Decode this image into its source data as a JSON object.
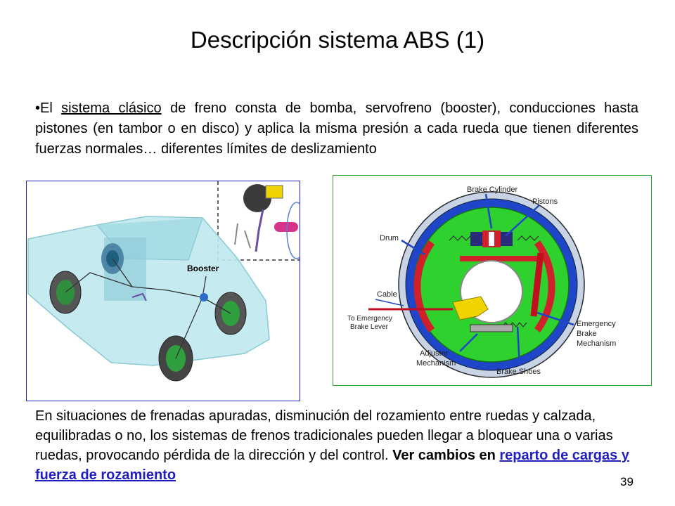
{
  "slide": {
    "title": "Descripción sistema ABS  (1)",
    "page_number": "39"
  },
  "intro": {
    "bullet": "•El ",
    "underlined": "sistema clásico",
    "rest": " de freno consta de bomba, servofreno (booster), conducciones hasta pistones (en tambor o en disco) y aplica la misma presión a cada rueda que tienen diferentes fuerzas normales… diferentes límites de deslizamiento"
  },
  "car_image": {
    "booster_label": "Booster"
  },
  "brake_image": {
    "labels": {
      "brake_cylinder": "Brake Cylinder",
      "pistons": "Pistons",
      "drum": "Drum",
      "cable": "Cable",
      "emergency_lever_1": "To Emergency",
      "emergency_lever_2": "Brake Lever",
      "emergency_mech_1": "Emergency",
      "emergency_mech_2": "Brake",
      "emergency_mech_3": "Mechanism",
      "adjuster_1": "Adjuster",
      "adjuster_2": "Mechanism",
      "brake_shoes": "Brake Shoes"
    }
  },
  "closing": {
    "text": "En situaciones de frenadas apuradas, disminución del rozamiento entre ruedas y calzada, equilibradas o no, los sistemas de frenos tradicionales pueden llegar a bloquear una o varias ruedas, provocando pérdida de la dirección y del control. ",
    "bold": "Ver cambios en ",
    "link": "reparto de cargas y fuerza de rozamiento"
  },
  "colors": {
    "link": "#1f1fbf",
    "car_frame": "#1f1fbf",
    "brake_frame": "#2da12d",
    "brake_green": "#2fd12f",
    "brake_red": "#d0202a",
    "drum_blue": "#1f45c8"
  }
}
